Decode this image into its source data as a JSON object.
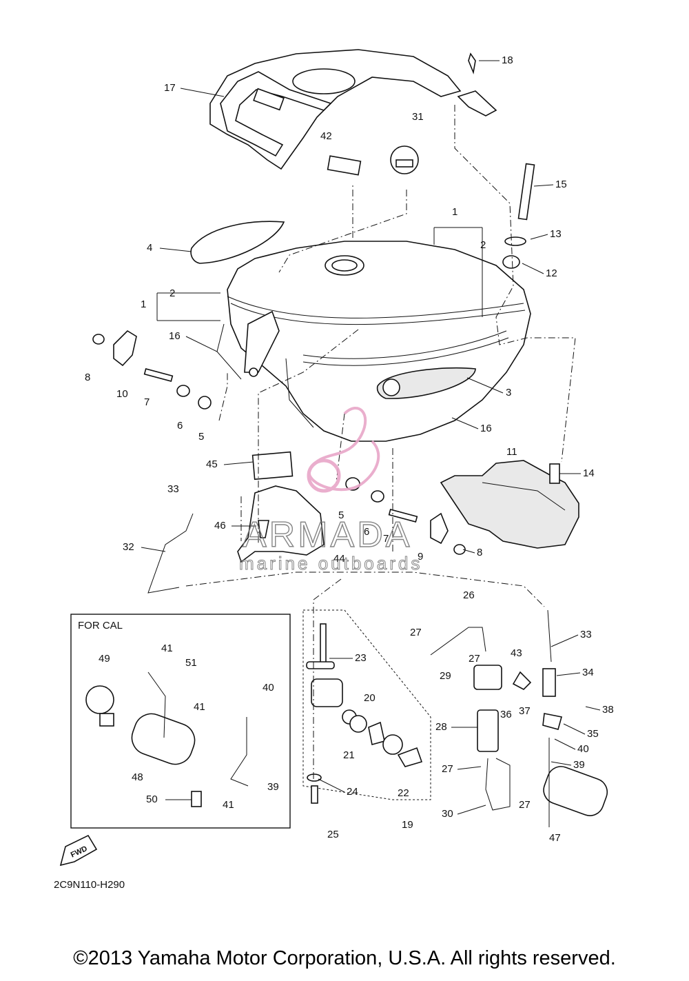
{
  "inset": {
    "title": "FOR CAL"
  },
  "fwd_label": "FWD",
  "drawing_code": "2C9N110-H290",
  "copyright": "©2013 Yamaha Motor Corporation, U.S.A. All rights reserved.",
  "watermark": {
    "brand": "ARMADA",
    "tagline": "marine outboards",
    "accent": "#e8a6c8"
  },
  "callouts": [
    "1",
    "2",
    "3",
    "4",
    "5",
    "6",
    "7",
    "8",
    "9",
    "10",
    "11",
    "12",
    "13",
    "14",
    "15",
    "16",
    "17",
    "18",
    "19",
    "20",
    "21",
    "22",
    "23",
    "24",
    "25",
    "26",
    "27",
    "28",
    "29",
    "30",
    "31",
    "32",
    "33",
    "34",
    "35",
    "36",
    "37",
    "38",
    "39",
    "40",
    "41",
    "42",
    "43",
    "44",
    "45",
    "46",
    "47",
    "48",
    "49",
    "50",
    "51"
  ]
}
